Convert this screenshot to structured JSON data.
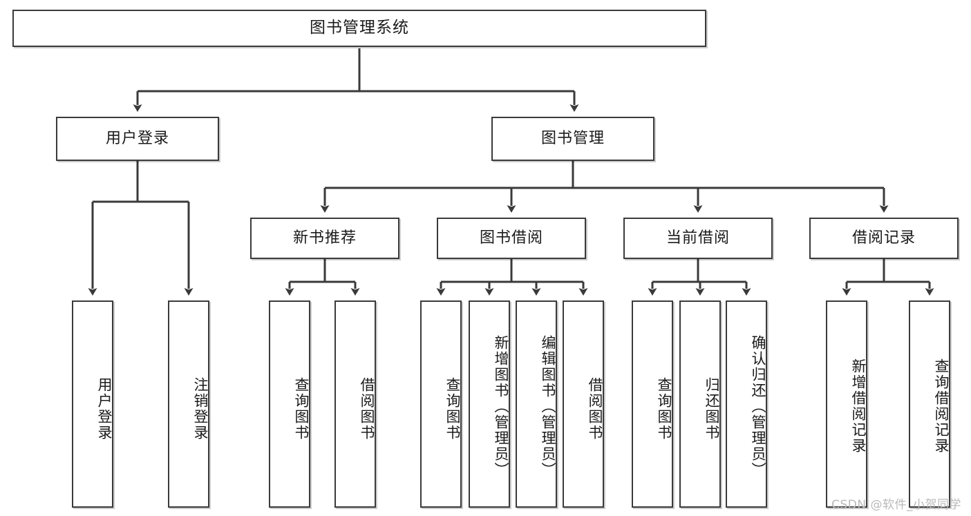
{
  "diagram": {
    "title": "图书管理系统",
    "type": "tree",
    "levels": [
      {
        "level": 1,
        "nodes": [
          {
            "id": "root",
            "label": "图书管理系统",
            "orientation": "horizontal"
          }
        ]
      },
      {
        "level": 2,
        "nodes": [
          {
            "id": "user-login",
            "label": "用户登录",
            "orientation": "horizontal",
            "parent": "root"
          },
          {
            "id": "book-manage",
            "label": "图书管理",
            "orientation": "horizontal",
            "parent": "root"
          }
        ]
      },
      {
        "level": 3,
        "nodes": [
          {
            "id": "new-book-rec",
            "label": "新书推荐",
            "orientation": "horizontal",
            "parent": "book-manage"
          },
          {
            "id": "book-borrow",
            "label": "图书借阅",
            "orientation": "horizontal",
            "parent": "book-manage"
          },
          {
            "id": "current-borrow",
            "label": "当前借阅",
            "orientation": "horizontal",
            "parent": "book-manage"
          },
          {
            "id": "borrow-record",
            "label": "借阅记录",
            "orientation": "horizontal",
            "parent": "book-manage"
          }
        ]
      },
      {
        "level": 4,
        "nodes": [
          {
            "id": "leaf-1",
            "label": "用户登录",
            "orientation": "vertical",
            "parent": "user-login"
          },
          {
            "id": "leaf-2",
            "label": "注销登录",
            "orientation": "vertical",
            "parent": "user-login"
          },
          {
            "id": "leaf-3",
            "label": "查询图书",
            "orientation": "vertical",
            "parent": "new-book-rec"
          },
          {
            "id": "leaf-4",
            "label": "借阅图书",
            "orientation": "vertical",
            "parent": "new-book-rec"
          },
          {
            "id": "leaf-5",
            "label": "查询图书",
            "orientation": "vertical",
            "parent": "book-borrow"
          },
          {
            "id": "leaf-6",
            "label": "新增图书（管理员）",
            "orientation": "vertical",
            "parent": "book-borrow"
          },
          {
            "id": "leaf-7",
            "label": "编辑图书（管理员）",
            "orientation": "vertical",
            "parent": "book-borrow"
          },
          {
            "id": "leaf-8",
            "label": "借阅图书",
            "orientation": "vertical",
            "parent": "book-borrow"
          },
          {
            "id": "leaf-9",
            "label": "查询图书",
            "orientation": "vertical",
            "parent": "current-borrow"
          },
          {
            "id": "leaf-10",
            "label": "归还图书",
            "orientation": "vertical",
            "parent": "current-borrow"
          },
          {
            "id": "leaf-11",
            "label": "确认归还（管理员）",
            "orientation": "vertical",
            "parent": "current-borrow"
          },
          {
            "id": "leaf-12",
            "label": "新增借阅记录",
            "orientation": "vertical",
            "parent": "borrow-record"
          },
          {
            "id": "leaf-13",
            "label": "查询借阅记录",
            "orientation": "vertical",
            "parent": "borrow-record"
          }
        ]
      }
    ]
  },
  "watermark": {
    "text": "CSDN @软件_小贺同学"
  },
  "colors": {
    "stroke": "#3a3a3a",
    "fill": "#ffffff",
    "text": "#1a1a1a",
    "watermark": "#b9b9b9"
  }
}
